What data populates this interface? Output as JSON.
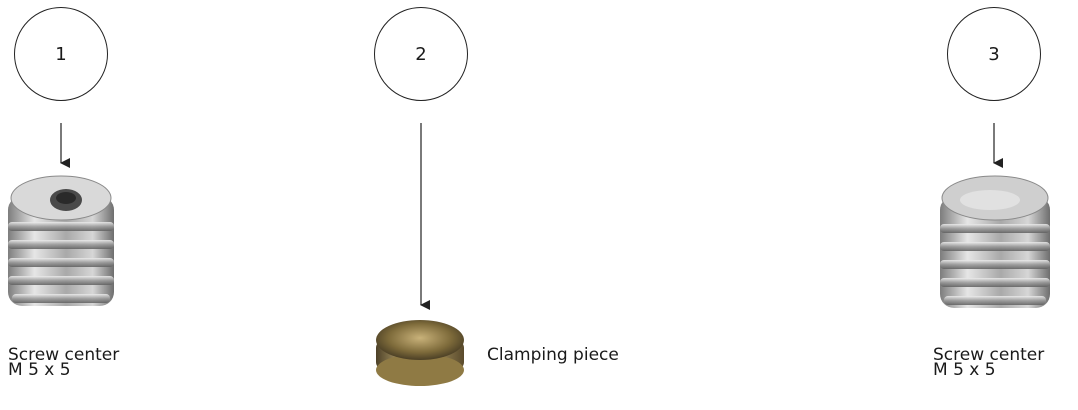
{
  "callouts": [
    {
      "number": "1"
    },
    {
      "number": "2"
    },
    {
      "number": "3"
    }
  ],
  "parts": [
    {
      "name": "Screw center",
      "size": "M 5 x 5"
    },
    {
      "name": "Clamping piece"
    },
    {
      "name": "Screw center",
      "size": "M 5 x 5"
    }
  ],
  "colors": {
    "line": "#222222",
    "screw_steel": "#b8b8b8",
    "clamp_brass": "#8a7440"
  }
}
